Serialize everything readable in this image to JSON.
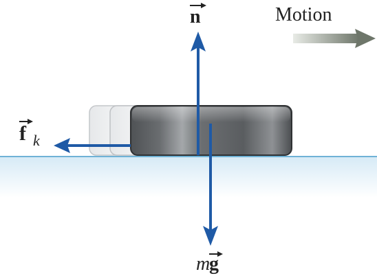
{
  "diagram": {
    "motion_label": "Motion",
    "forces": {
      "normal": {
        "symbol": "n"
      },
      "friction": {
        "symbol": "f",
        "subscript": "k"
      },
      "gravity": {
        "prefix": "m",
        "symbol": "g"
      }
    },
    "colors": {
      "force_arrow": "#1f5aa6",
      "motion_arrow_start": "#e8ebe6",
      "motion_arrow_end": "#6e766a",
      "puck_body": "#55585b",
      "puck_highlight": "#a8abae",
      "ghost_puck": "#d9dbdd",
      "surface_line": "#6fb2d6",
      "surface_fill_top": "#d6eaf6",
      "surface_fill_bottom": "#ffffff",
      "text": "#222222"
    }
  }
}
